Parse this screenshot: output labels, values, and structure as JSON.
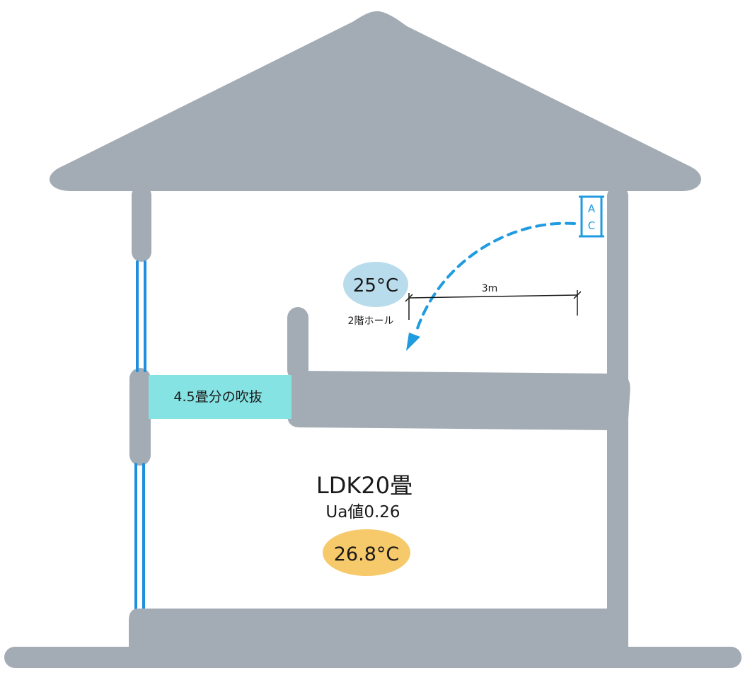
{
  "colors": {
    "structure": "#a3acb5",
    "window_blue": "#1e8fe0",
    "airflow_blue": "#1f9be0",
    "ac_unit": "#1f9be0",
    "void_fill": "#86e3e3",
    "upstairs_badge": "#b9dcec",
    "downstairs_badge": "#f6c96a",
    "background": "#ffffff",
    "text": "#1a1a1a"
  },
  "ac_unit": {
    "letters": [
      "A",
      "C"
    ]
  },
  "upstairs_hall": {
    "temperature": "25°C",
    "label": "2階ホール"
  },
  "dimension": {
    "label": "3m"
  },
  "void": {
    "label": "4.5畳分の吹抜"
  },
  "ldk": {
    "title": "LDK20畳",
    "ua_value": "Ua値0.26",
    "temperature": "26.8°C"
  },
  "icons": {
    "airflow": "curved-dashed-arrow-icon",
    "house": "house-outline-icon"
  }
}
